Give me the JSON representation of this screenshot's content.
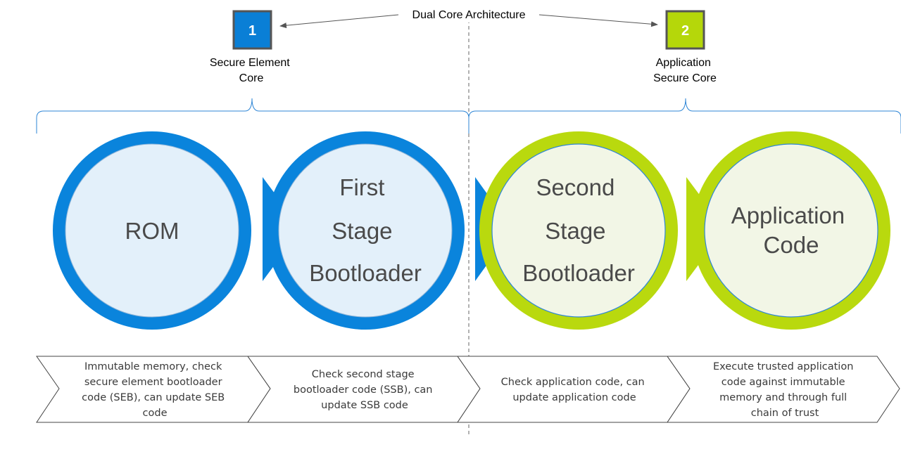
{
  "title": "Dual Core Architecture",
  "cores": [
    {
      "number": "1",
      "label_lines": [
        "Secure Element",
        "Core"
      ],
      "color": "#0a7fd6"
    },
    {
      "number": "2",
      "label_lines": [
        "Application",
        "Secure Core"
      ],
      "color": "#b5d70a"
    }
  ],
  "stages": [
    {
      "lines": [
        "ROM"
      ],
      "ring_color": "#0a84dc",
      "fill": "#e3f0fa"
    },
    {
      "lines": [
        "First",
        "Stage",
        "Bootloader"
      ],
      "ring_color": "#0a84dc",
      "fill": "#e3f0fa"
    },
    {
      "lines": [
        "Second",
        "Stage",
        "Bootloader"
      ],
      "ring_color": "#b9d90e",
      "fill": "#f2f6e6"
    },
    {
      "lines": [
        "Application",
        "Code"
      ],
      "ring_color": "#b9d90e",
      "fill": "#f2f6e6"
    }
  ],
  "steps": [
    {
      "lines": [
        "Immutable memory, check",
        "secure element bootloader",
        "code (SEB), can update SEB",
        "code"
      ]
    },
    {
      "lines": [
        "Check second stage",
        "bootloader code (SSB), can",
        "update SSB code"
      ]
    },
    {
      "lines": [
        "Check application code, can",
        "update application code"
      ]
    },
    {
      "lines": [
        "Execute trusted application",
        "code against immutable",
        "memory and through full",
        "chain of trust"
      ]
    }
  ],
  "colors": {
    "blue_ring": "#0a84dc",
    "green_ring": "#b9d90e",
    "brace": "#2e86d6",
    "divider": "#666666",
    "chevron_stroke": "#444444"
  }
}
